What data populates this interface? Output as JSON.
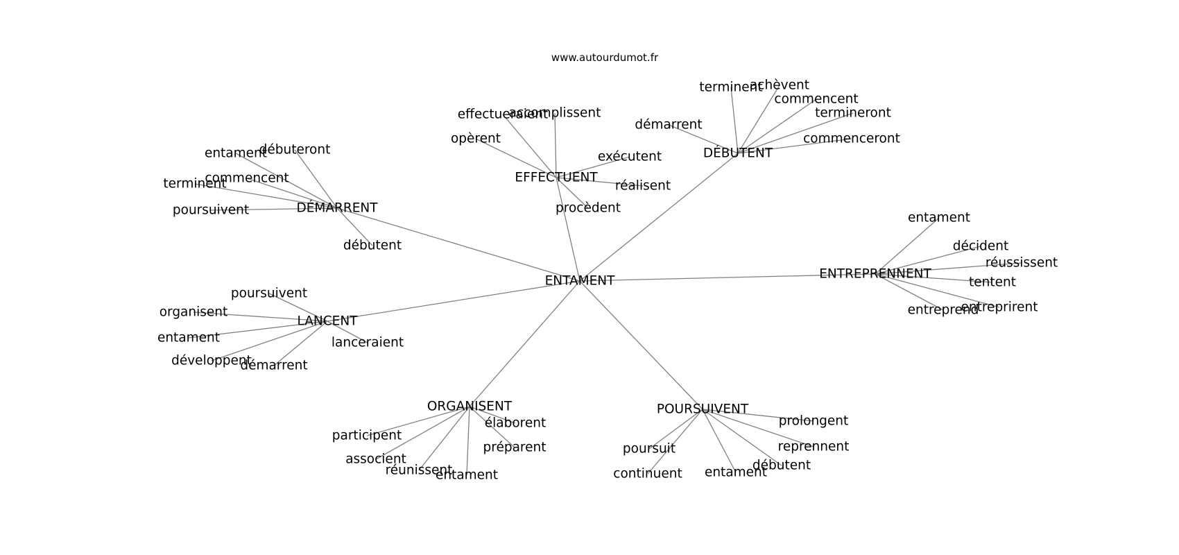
{
  "header": {
    "site": "www.autourdumot.fr"
  },
  "graph": {
    "edge_color": "#808080",
    "text_color": "#000000",
    "root": "ENTAMENT",
    "hubs": [
      {
        "label": "DÉMARRENT",
        "leaves": [
          "entament",
          "débuteront",
          "commencent",
          "terminent",
          "poursuivent",
          "débutent"
        ]
      },
      {
        "label": "EFFECTUENT",
        "leaves": [
          "effectueraient",
          "accomplissent",
          "opèrent",
          "exécutent",
          "réalisent",
          "procèdent"
        ]
      },
      {
        "label": "DÉBUTENT",
        "leaves": [
          "terminent",
          "achèvent",
          "commencent",
          "démarrent",
          "termineront",
          "commenceront"
        ]
      },
      {
        "label": "ENTREPRENNENT",
        "leaves": [
          "entament",
          "décident",
          "réussissent",
          "tentent",
          "entreprend",
          "entreprirent"
        ]
      },
      {
        "label": "LANCENT",
        "leaves": [
          "poursuivent",
          "organisent",
          "entament",
          "lanceraient",
          "développent",
          "démarrent"
        ]
      },
      {
        "label": "ORGANISENT",
        "leaves": [
          "élaborent",
          "participent",
          "préparent",
          "associent",
          "réunissent",
          "entament"
        ]
      },
      {
        "label": "POURSUIVENT",
        "leaves": [
          "prolongent",
          "poursuit",
          "reprennent",
          "continuent",
          "débutent",
          "entament"
        ]
      }
    ]
  }
}
